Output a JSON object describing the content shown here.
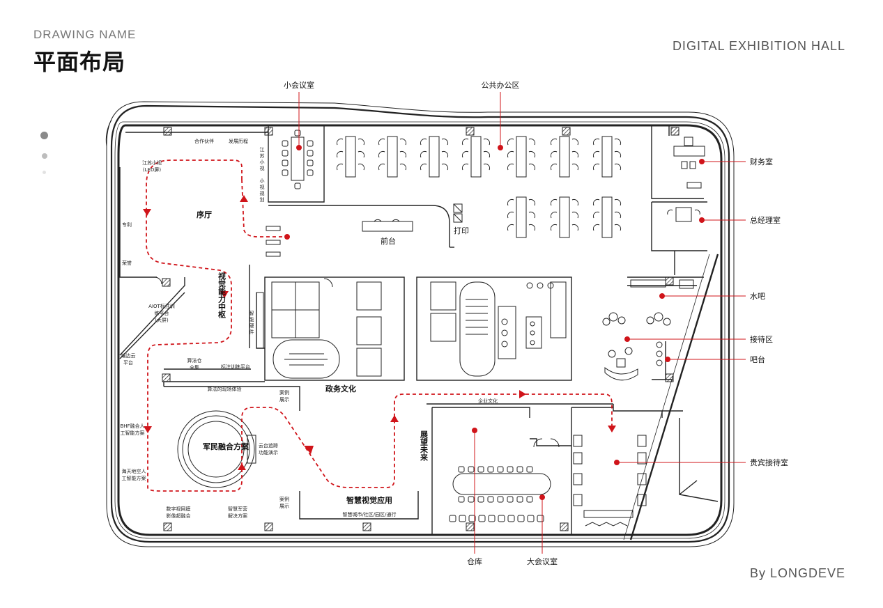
{
  "header": {
    "drawing_name": "DRAWING NAME",
    "title": "平面布局",
    "project": "DIGITAL EXHIBITION HALL"
  },
  "footer": {
    "credit": "By LONGDEVE"
  },
  "callouts": {
    "small_meeting": "小会议室",
    "public_office": "公共办公区",
    "finance": "财务室",
    "gm_office": "总经理室",
    "water_bar": "水吧",
    "reception_area": "接待区",
    "bar": "吧台",
    "vip_reception": "贵宾接待室",
    "warehouse": "仓库",
    "large_meeting": "大会议室"
  },
  "zones": {
    "lobby": "序厅",
    "front_desk": "前台",
    "print": "打印",
    "visual_hub": "视觉能力中枢",
    "gov_culture": "政务文化",
    "civil_military": "军民融合方案",
    "smart_vision": "智慧视觉应用",
    "future": "展望未来"
  },
  "small_labels": {
    "partners": "合作伙伴",
    "history": "发展历程",
    "jiangsu_line1": "江苏小视",
    "jiangsu_line2": "(LED屏)",
    "patent": "专利",
    "honor": "荣誉",
    "aiot_line1": "AIOT标注训",
    "aiot_line2": "练平台",
    "aiot_line3": "(大屏)",
    "edge_line1": "端边云",
    "edge_line2": "平台",
    "bhf_line1": "BHF融合人",
    "bhf_line2": "工智能方案",
    "sea_line1": "海天地空人",
    "sea_line2": "工智能方案",
    "digital_line1": "数字视网膜",
    "digital_line2": "影像超融合",
    "camp_line1": "智慧军营",
    "camp_line2": "解决方案",
    "case1_line1": "案例",
    "case1_line2": "展示",
    "case2_line1": "案例",
    "case2_line2": "展示",
    "algo_store_line1": "算法仓",
    "algo_store_line2": "全集",
    "label_platform": "标注训练平台",
    "algo_field": "算法的现场体验",
    "cloud_track_line1": "云台追踪",
    "cloud_track_line2": "功能演示",
    "smart_city": "智慧城市/社区/园区/通行",
    "corp_culture": "企业文化",
    "smart_hw_1": "智",
    "smart_hw_2": "能",
    "smart_hw_3": "硬",
    "smart_hw_4": "件",
    "js_v_1": "江",
    "js_v_2": "苏",
    "js_v_3": "小",
    "js_v_4": "视",
    "plan_v_1": "小",
    "plan_v_2": "视",
    "plan_v_3": "规",
    "plan_v_4": "划"
  },
  "colors": {
    "accent": "#d0141a",
    "line": "#222222",
    "muted": "#777777"
  }
}
